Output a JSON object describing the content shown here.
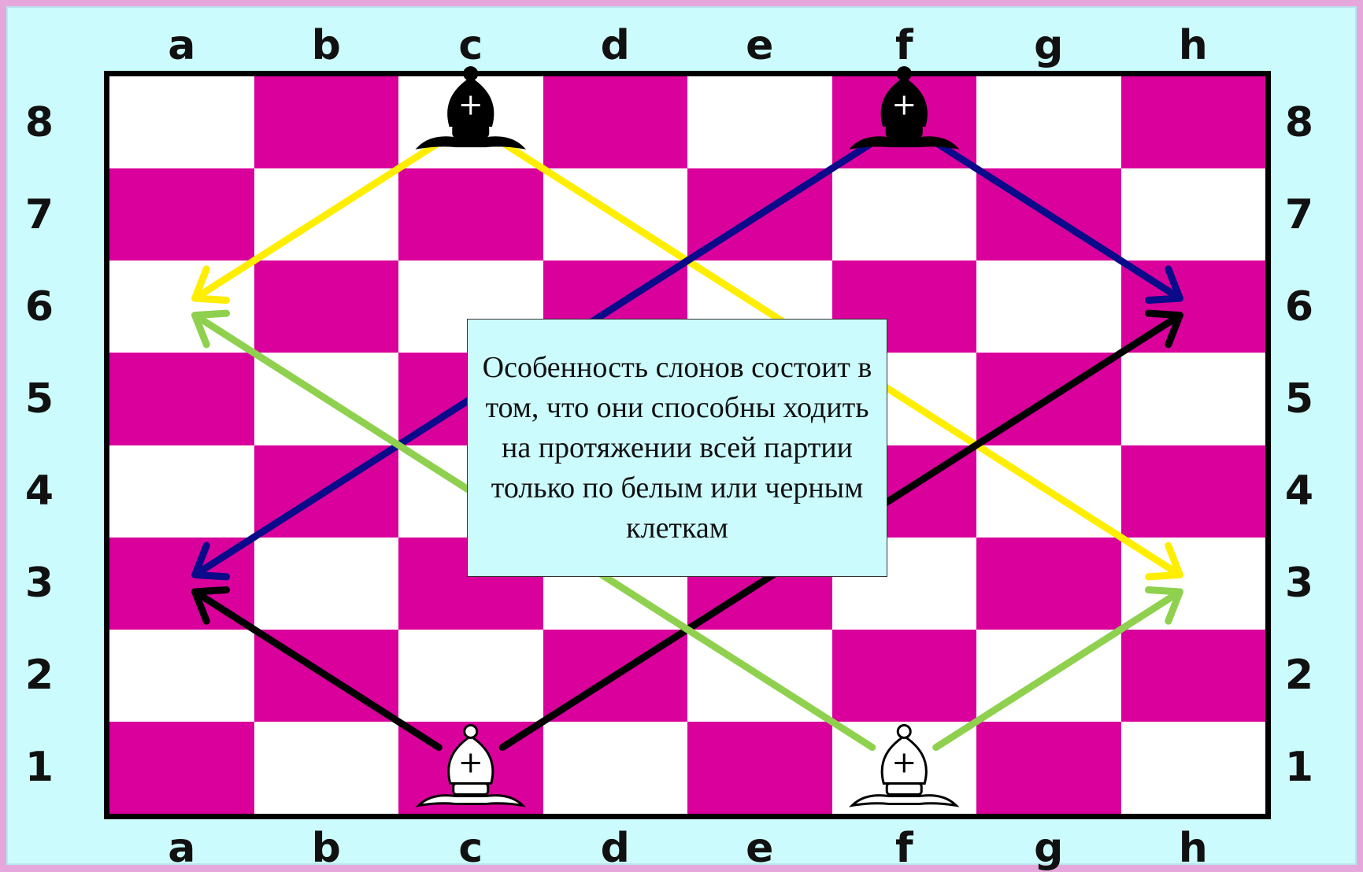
{
  "board": {
    "files": [
      "a",
      "b",
      "c",
      "d",
      "e",
      "f",
      "g",
      "h"
    ],
    "ranks": [
      "8",
      "7",
      "6",
      "5",
      "4",
      "3",
      "2",
      "1"
    ],
    "light_color": "#ffffff",
    "dark_color": "#d9009b",
    "frame_color": "#ccfbfd",
    "outer_color": "#e6a8dc"
  },
  "pieces": [
    {
      "type": "bishop",
      "color": "black",
      "square": "c8",
      "icon": "black-bishop-icon",
      "glyph": "♝"
    },
    {
      "type": "bishop",
      "color": "black",
      "square": "f8",
      "icon": "black-bishop-icon",
      "glyph": "♝"
    },
    {
      "type": "bishop",
      "color": "white",
      "square": "c1",
      "icon": "white-bishop-icon",
      "glyph": "♗"
    },
    {
      "type": "bishop",
      "color": "white",
      "square": "f1",
      "icon": "white-bishop-icon",
      "glyph": "♗"
    }
  ],
  "arrows": [
    {
      "from": "c8",
      "to": "a6",
      "color": "#ffee00"
    },
    {
      "from": "c8",
      "to": "h3",
      "color": "#ffee00"
    },
    {
      "from": "f8",
      "to": "h6",
      "color": "#0a0a8a"
    },
    {
      "from": "f8",
      "to": "a3",
      "color": "#0a0a8a"
    },
    {
      "from": "c1",
      "to": "a3",
      "color": "#000000"
    },
    {
      "from": "c1",
      "to": "h6",
      "color": "#000000"
    },
    {
      "from": "f1",
      "to": "a6",
      "color": "#8fd14f"
    },
    {
      "from": "f1",
      "to": "h3",
      "color": "#8fd14f"
    }
  ],
  "callout": {
    "text": "Особенность слонов состоит в том, что они способны ходить на протяжении всей партии только по белым или черным клеткам"
  }
}
